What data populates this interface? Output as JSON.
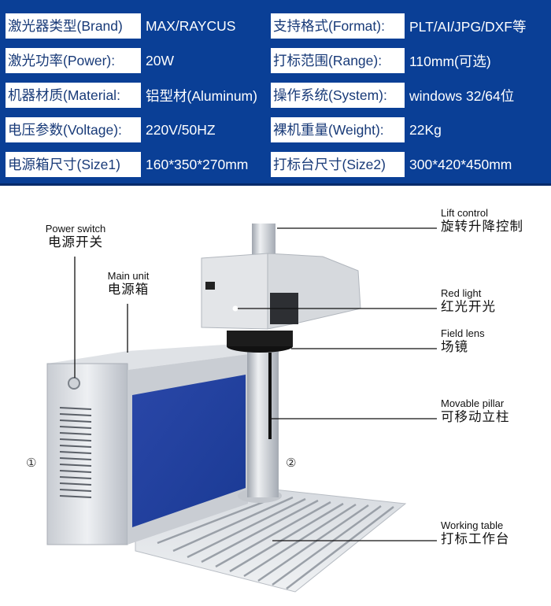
{
  "specs": {
    "left": [
      {
        "label": "激光器类型(Brand)",
        "value": "MAX/RAYCUS"
      },
      {
        "label": "激光功率(Power):",
        "value": "20W"
      },
      {
        "label": "机器材质(Material:",
        "value": "铝型材(Aluminum)"
      },
      {
        "label": "电压参数(Voltage):",
        "value": "220V/50HZ"
      },
      {
        "label": "电源箱尺寸(Size1)",
        "value": "160*350*270mm"
      }
    ],
    "right": [
      {
        "label": "支持格式(Format):",
        "value": "PLT/AI/JPG/DXF等"
      },
      {
        "label": "打标范围(Range):",
        "value": "110mm(可选)"
      },
      {
        "label": "操作系统(System):",
        "value": "windows 32/64位"
      },
      {
        "label": "裸机重量(Weight):",
        "value": "22Kg"
      },
      {
        "label": "打标台尺寸(Size2)",
        "value": "300*420*450mm"
      }
    ]
  },
  "annotations": {
    "power_switch": {
      "en": "Power switch",
      "zh": "电源开关"
    },
    "main_unit": {
      "en": "Main unit",
      "zh": "电源箱"
    },
    "lift_control": {
      "en": "Lift control",
      "zh": "旋转升降控制"
    },
    "red_light": {
      "en": "Red light",
      "zh": "红光开光"
    },
    "field_lens": {
      "en": "Field lens",
      "zh": "场镜"
    },
    "movable_pillar": {
      "en": "Movable pillar",
      "zh": "可移动立柱"
    },
    "working_table": {
      "en": "Working table",
      "zh": "打标工作台"
    }
  },
  "markers": {
    "one": "①",
    "two": "②"
  },
  "colors": {
    "panel_blue": "#0a3f96",
    "label_text": "#183a78",
    "side_panel_blue": "#1f3f9c"
  }
}
